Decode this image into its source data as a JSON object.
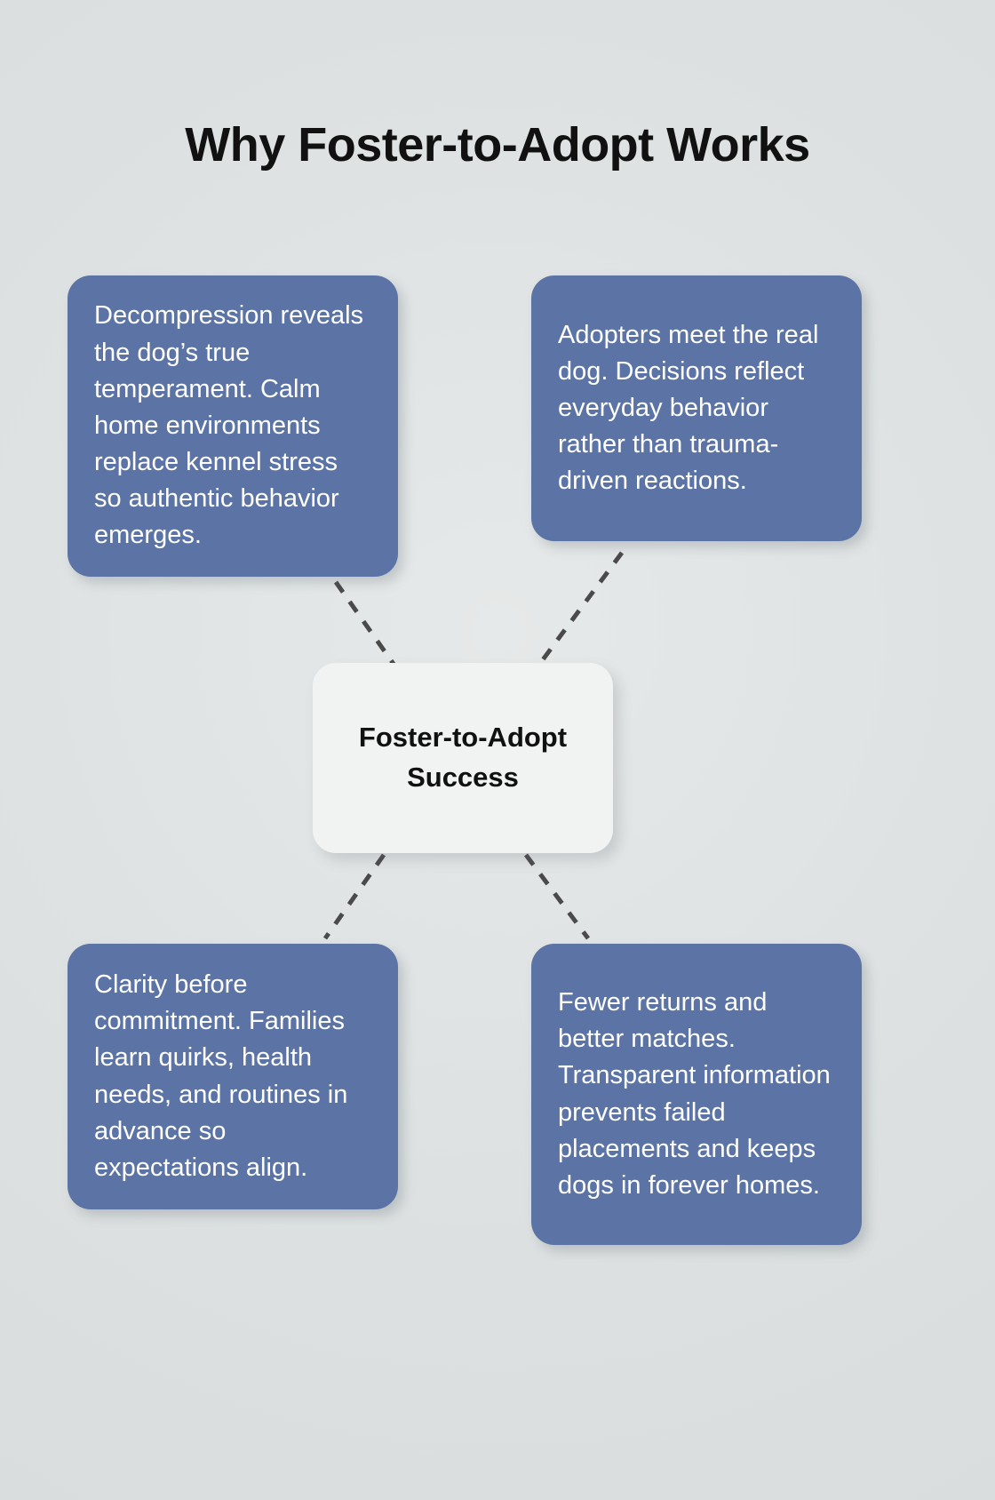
{
  "page": {
    "title": "Why Foster-to-Adopt Works",
    "background_color": "#dfe3e3"
  },
  "theme": {
    "node_fill": "#5b74a5",
    "node_text_color": "#ffffff",
    "center_fill": "#f1f2f2",
    "center_text_color": "#111111",
    "connector_color": "#4a4a4a"
  },
  "diagram": {
    "type": "hub-and-spoke",
    "center": {
      "id": "center",
      "label": "Foster-to-Adopt\nSuccess"
    },
    "nodes": [
      {
        "id": "top-left",
        "position": "top-left",
        "text": "Decompression reveals the dog’s true temperament. Calm home environments replace kennel stress so authentic behavior emerges."
      },
      {
        "id": "top-right",
        "position": "top-right",
        "text": "Adopters meet the real dog. Decisions reflect everyday behavior rather than trauma-driven reactions."
      },
      {
        "id": "bottom-left",
        "position": "bottom-left",
        "text": "Clarity before commitment. Families learn quirks, health needs, and routines in advance so expectations align."
      },
      {
        "id": "bottom-right",
        "position": "bottom-right",
        "text": "Fewer returns and better matches. Transparent information prevents failed placements and keeps dogs in forever homes."
      }
    ],
    "connectors": [
      {
        "id": "connector-top-left",
        "from": "top-left",
        "to": "center",
        "style": "dashed"
      },
      {
        "id": "connector-top-right",
        "from": "top-right",
        "to": "center",
        "style": "dashed"
      },
      {
        "id": "connector-bottom-left",
        "from": "bottom-left",
        "to": "center",
        "style": "dashed"
      },
      {
        "id": "connector-bottom-right",
        "from": "bottom-right",
        "to": "center",
        "style": "dashed"
      }
    ]
  }
}
